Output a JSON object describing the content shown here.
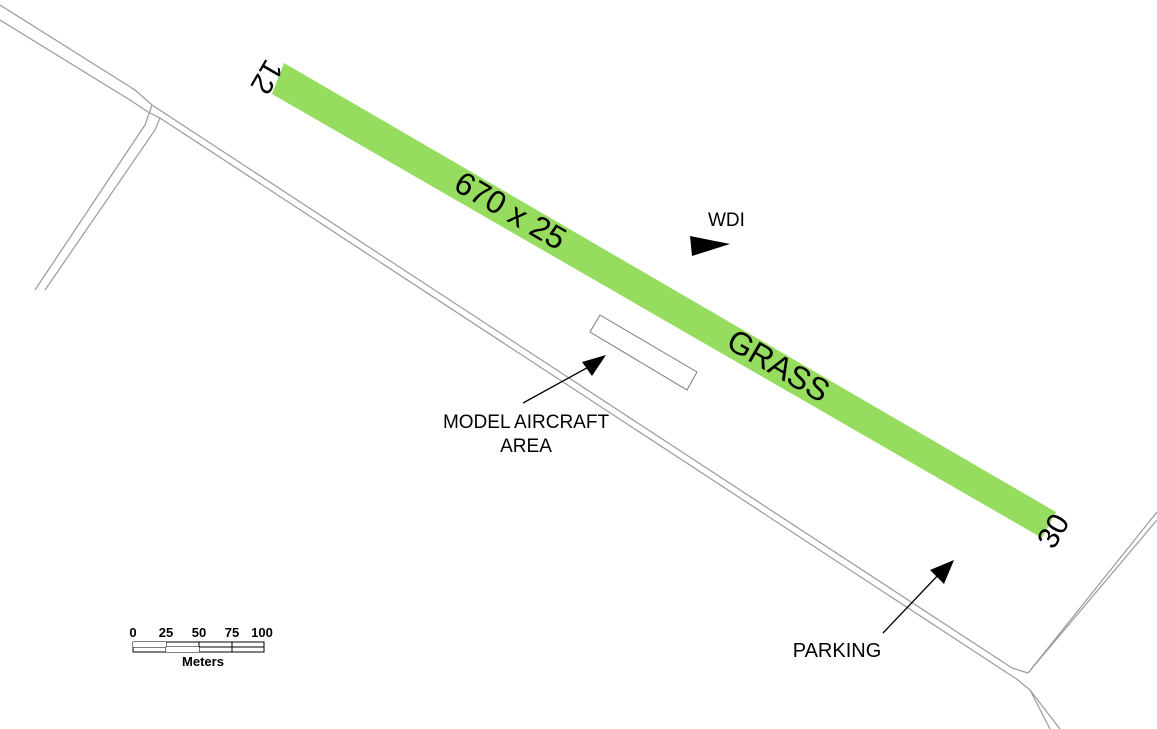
{
  "runway": {
    "end_12": "12",
    "end_30": "30",
    "dimensions": "670 x 25",
    "surface": "GRASS",
    "color": "#96dc5e"
  },
  "wdi": {
    "label": "WDI"
  },
  "model_area": {
    "line1": "MODEL AIRCRAFT",
    "line2": "AREA"
  },
  "parking": {
    "label": "PARKING"
  },
  "scale": {
    "ticks": [
      "0",
      "25",
      "50",
      "75",
      "100"
    ],
    "unit": "Meters"
  }
}
